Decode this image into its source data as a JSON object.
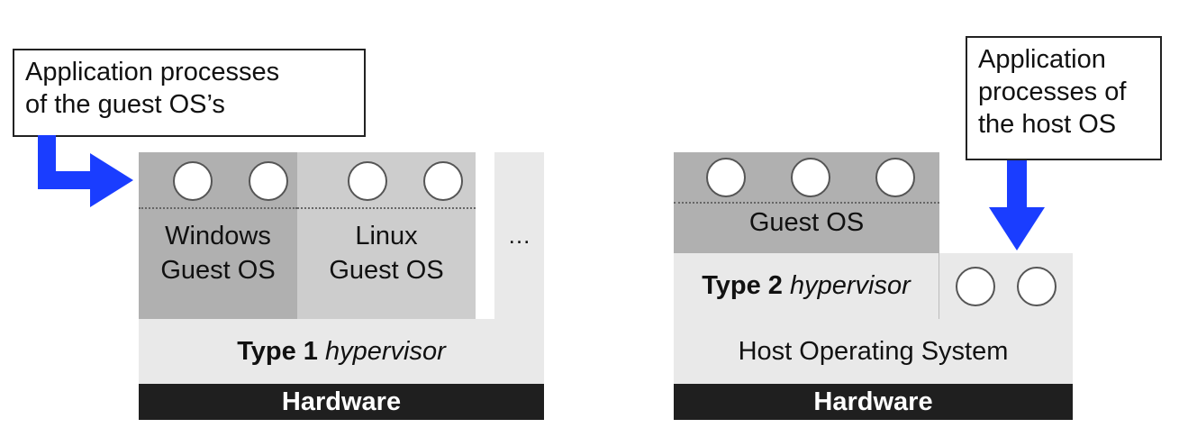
{
  "left": {
    "callout": {
      "line1": "Application processes",
      "line2": "of the guest OS’s"
    },
    "windows": {
      "line1": "Windows",
      "line2": "Guest OS"
    },
    "linux": {
      "line1": "Linux",
      "line2": "Guest OS"
    },
    "more": "…",
    "hypervisor": {
      "type": "Type 1",
      "word": "hypervisor"
    },
    "hardware": "Hardware"
  },
  "right": {
    "callout": {
      "line1": "Application",
      "line2": "processes of",
      "line3": "the host OS"
    },
    "guest_os": "Guest OS",
    "hypervisor": {
      "type": "Type 2",
      "word": "hypervisor"
    },
    "host_os": "Host Operating System",
    "hardware": "Hardware"
  },
  "colors": {
    "arrow": "#1a3dff",
    "hardware": "#1f1f1f"
  }
}
